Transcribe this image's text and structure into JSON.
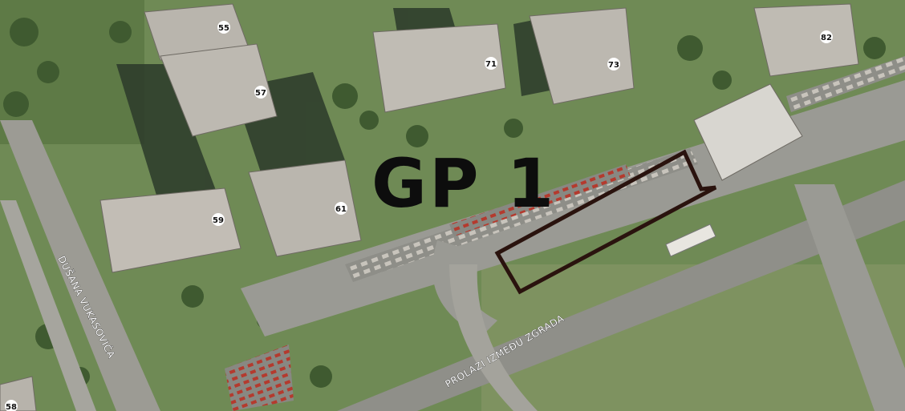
{
  "map": {
    "plot_label": "GP 1",
    "plot_outline_color": "#2a130e",
    "streets": {
      "west": "DUŠANA VUKASOVIĆA",
      "south": "PROLAZI IZMEĐU ZGRADA"
    },
    "building_numbers": {
      "b55": "55",
      "b57": "57",
      "b59": "59",
      "b61": "61",
      "b71": "71",
      "b73": "73",
      "b82": "82",
      "b58": "58"
    },
    "colors": {
      "grass": "#6f8a55",
      "road": "#9a9a94",
      "roof": "#b9b5ad",
      "shadow": "#2c3a2a"
    }
  }
}
